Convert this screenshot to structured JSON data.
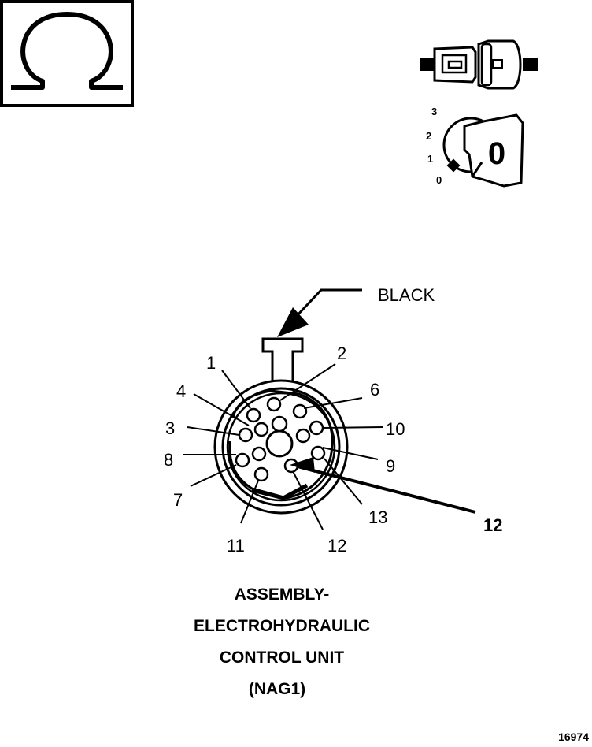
{
  "icons": {
    "ohmmeter": "omega-icon",
    "connector": "connector-icon",
    "ignition": "ignition-key-icon"
  },
  "ignition": {
    "positions": [
      "3",
      "2",
      "1",
      "0"
    ],
    "key_label": "0"
  },
  "connector": {
    "wire_color_label": "BLACK",
    "pins": {
      "p1": "1",
      "p2": "2",
      "p3": "3",
      "p4": "4",
      "p6": "6",
      "p7": "7",
      "p8": "8",
      "p9": "9",
      "p10": "10",
      "p11": "11",
      "p12_bottom": "12",
      "p13": "13",
      "p12_probe": "12"
    }
  },
  "title": {
    "line1": "ASSEMBLY-",
    "line2": "ELECTROHYDRAULIC",
    "line3": "CONTROL UNIT",
    "line4": "(NAG1)"
  },
  "figure_number": "16974"
}
